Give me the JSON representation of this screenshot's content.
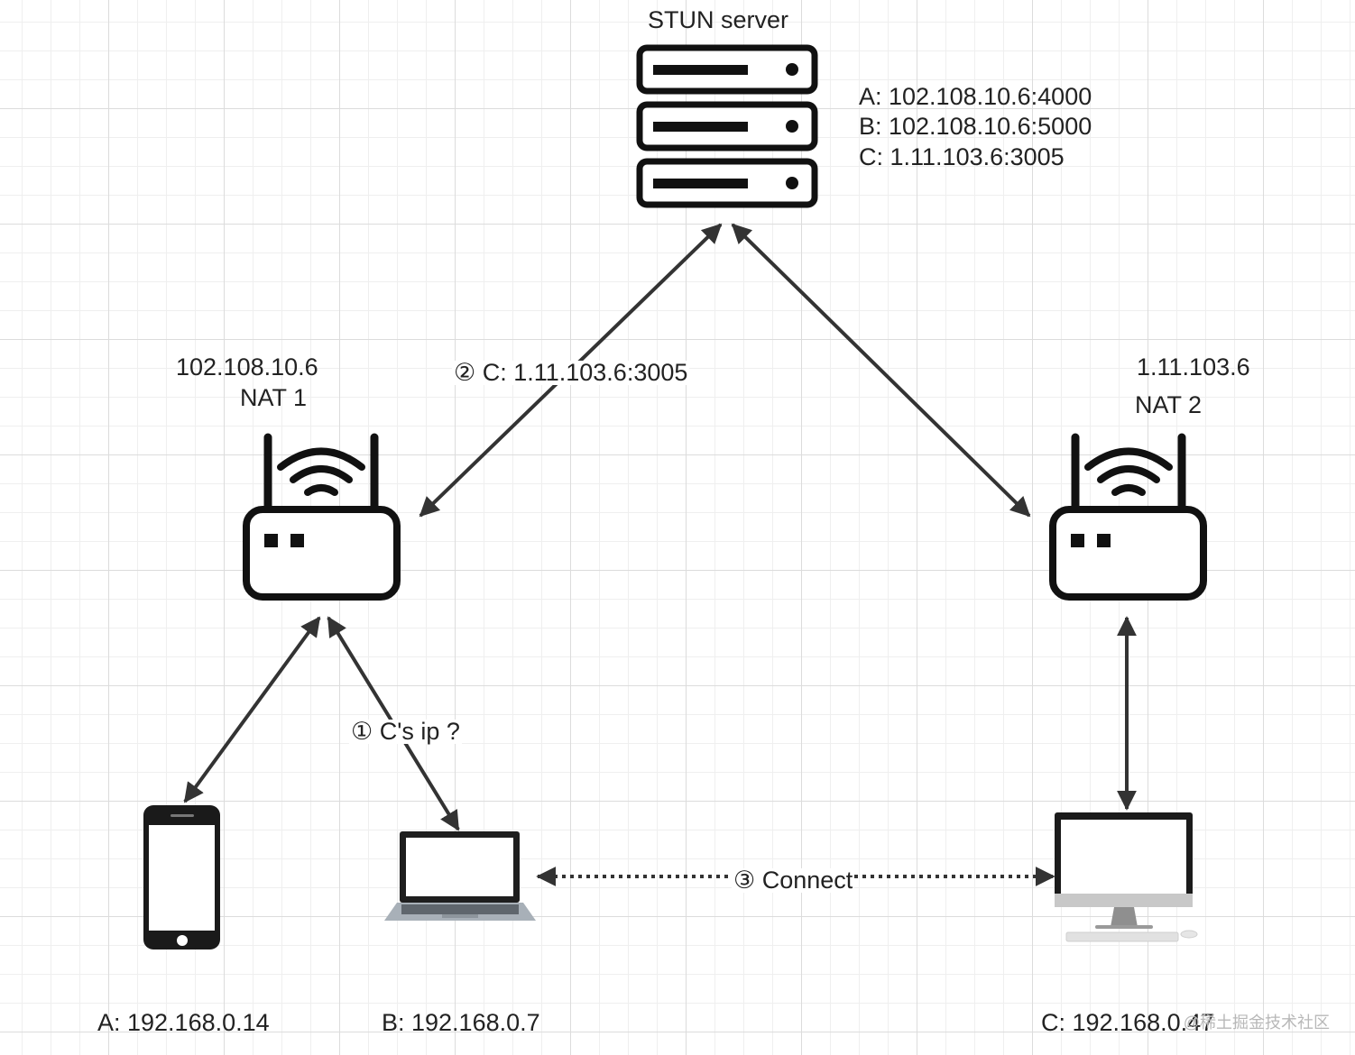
{
  "stun": {
    "title": "STUN server",
    "mappings": [
      "A: 102.108.10.6:4000",
      "B: 102.108.10.6:5000",
      "C: 1.11.103.6:3005"
    ]
  },
  "nat1": {
    "ip": "102.108.10.6",
    "name": "NAT 1"
  },
  "nat2": {
    "ip": "1.11.103.6",
    "name": "NAT 2"
  },
  "devices": {
    "a": "A: 192.168.0.14",
    "b": "B: 192.168.0.7",
    "c": "C: 192.168.0.47"
  },
  "steps": {
    "one": "① C's ip ?",
    "two": "② C: 1.11.103.6:3005",
    "three": "③ Connect"
  },
  "watermark": "@稀土掘金技术社区",
  "colors": {
    "arrow": "#333333",
    "device": "#111111",
    "laptop_base": "#a8b0b8",
    "monitor_stand": "#b3b3b3"
  },
  "icons": [
    "server-icon",
    "router-icon",
    "phone-icon",
    "laptop-icon",
    "desktop-icon"
  ]
}
